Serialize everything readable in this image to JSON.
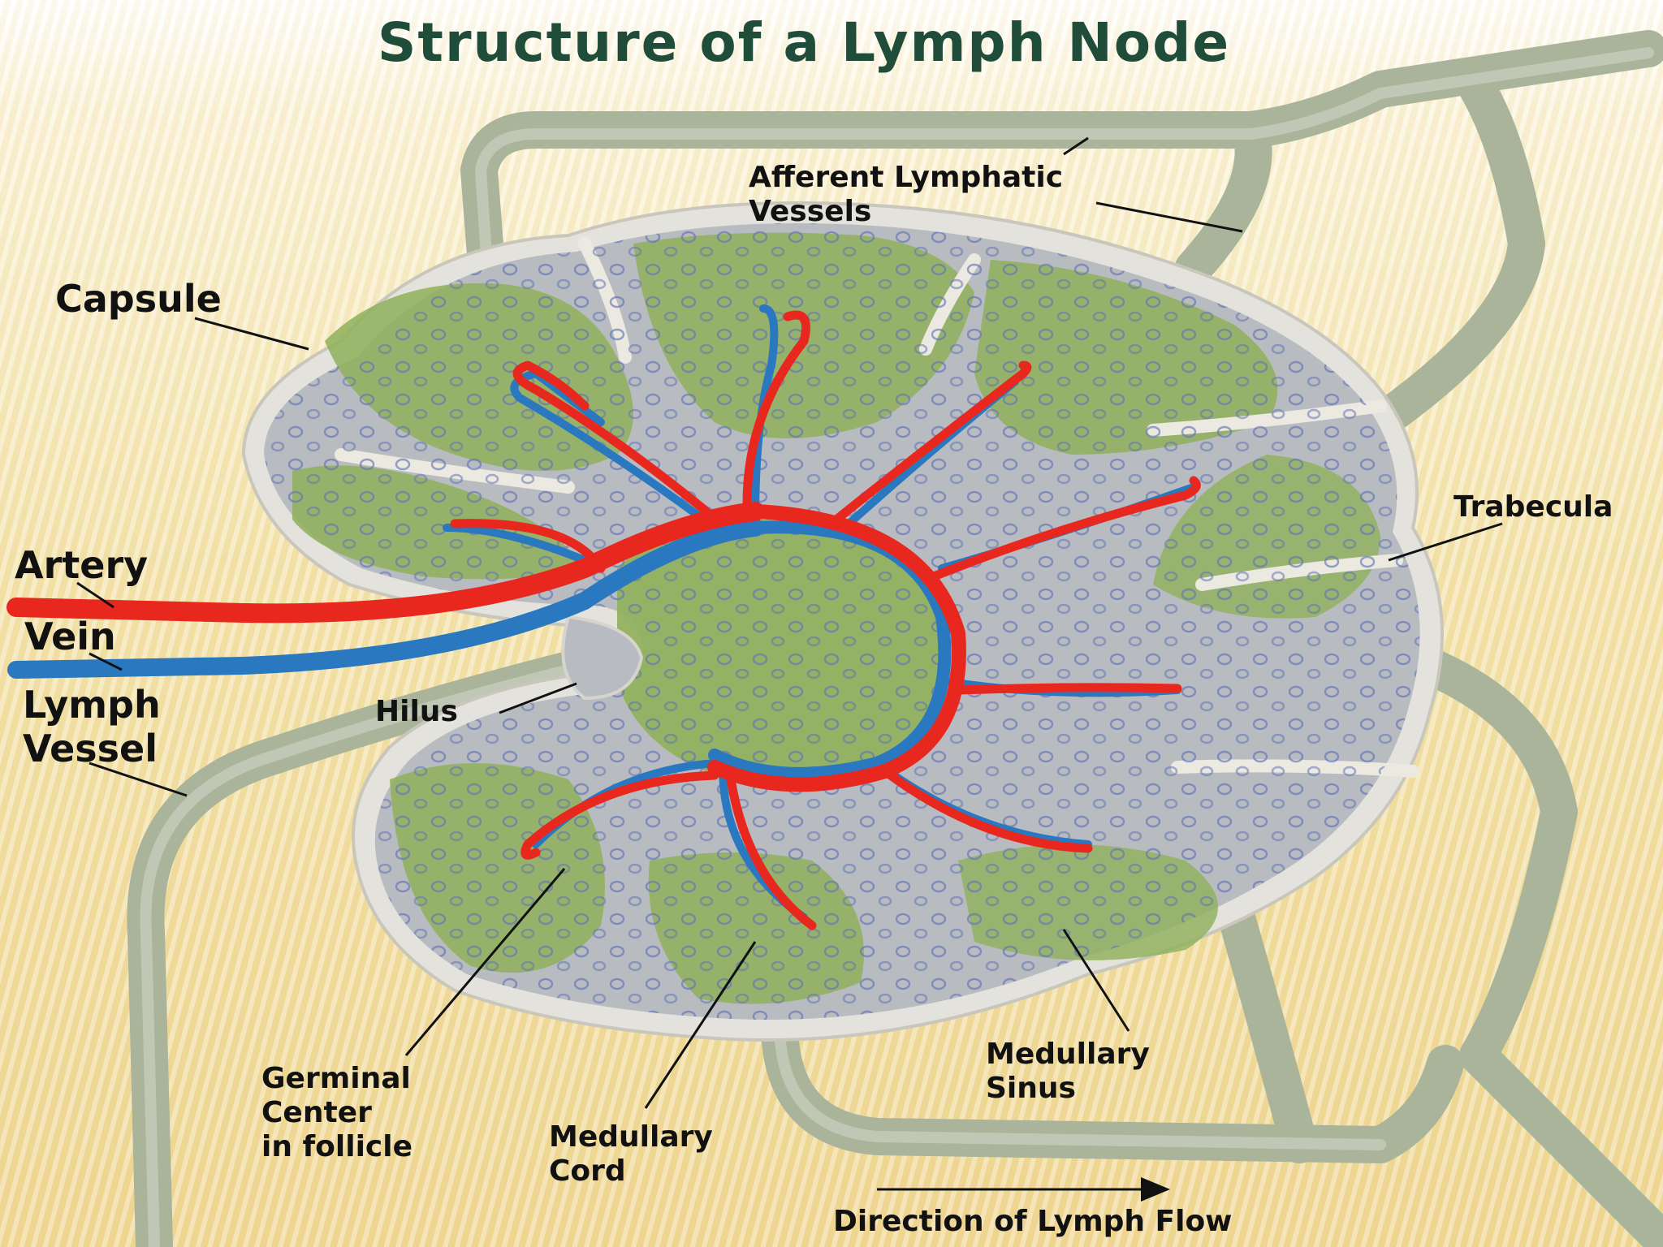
{
  "title": "Structure of a Lymph Node",
  "labels": {
    "afferent_line1": "Afferent Lymphatic",
    "afferent_line2": "Vessels",
    "capsule": "Capsule",
    "trabecula": "Trabecula",
    "artery": "Artery",
    "vein": "Vein",
    "lymph_vessel_line1": "Lymph",
    "lymph_vessel_line2": "Vessel",
    "hilus": "Hilus",
    "germinal_line1": "Germinal",
    "germinal_line2": "Center",
    "germinal_line3": "in follicle",
    "medullary_cord_line1": "Medullary",
    "medullary_cord_line2": "Cord",
    "medullary_sinus_line1": "Medullary",
    "medullary_sinus_line2": "Sinus",
    "flow": "Direction of Lymph Flow"
  },
  "colors": {
    "artery": "#e8281e",
    "vein": "#2a78c0",
    "lymph_vessel": "#a9b49a",
    "cortex": "#8fb05a",
    "node_gray": "#b8bcc0",
    "capsule_rim": "#e4e2dc",
    "title": "#1f4d3a"
  }
}
